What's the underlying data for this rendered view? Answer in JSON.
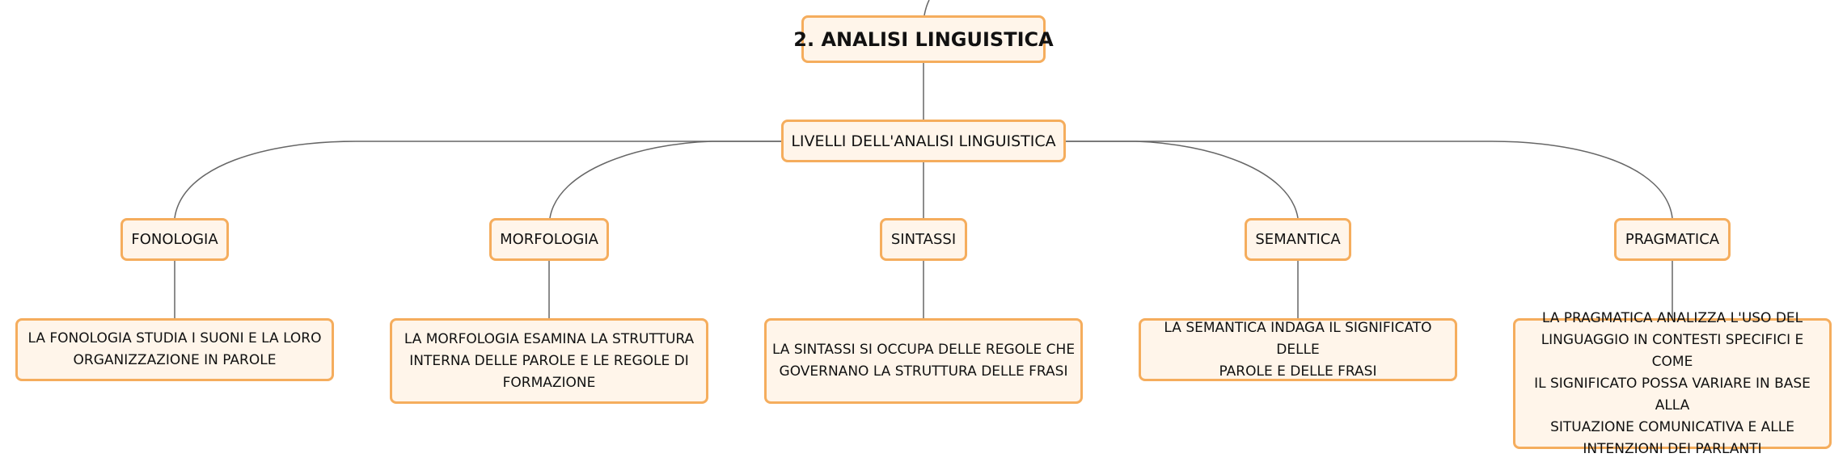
{
  "root": {
    "label": "2. ANALISI LINGUISTICA"
  },
  "main": {
    "label": "LIVELLI DELL'ANALISI LINGUISTICA"
  },
  "branches": [
    {
      "label": "FONOLOGIA",
      "description": "LA FONOLOGIA STUDIA I SUONI E LA LORO\nORGANIZZAZIONE IN PAROLE"
    },
    {
      "label": "MORFOLOGIA",
      "description": "LA MORFOLOGIA ESAMINA LA STRUTTURA\nINTERNA DELLE PAROLE E LE REGOLE DI\nFORMAZIONE"
    },
    {
      "label": "SINTASSI",
      "description": "LA SINTASSI SI OCCUPA DELLE REGOLE CHE\nGOVERNANO LA STRUTTURA DELLE FRASI"
    },
    {
      "label": "SEMANTICA",
      "description": "LA SEMANTICA INDAGA IL SIGNIFICATO DELLE\nPAROLE E DELLE FRASI"
    },
    {
      "label": "PRAGMATICA",
      "description": "LA PRAGMATICA ANALIZZA L'USO DEL\nLINGUAGGIO IN CONTESTI SPECIFICI E COME\nIL SIGNIFICATO POSSA VARIARE IN BASE ALLA\nSITUAZIONE COMUNICATIVA E ALLE\nINTENZIONI DEI PARLANTI"
    }
  ],
  "colors": {
    "node_border": "#f5ad5d",
    "node_fill": "#fff5ea",
    "connector": "#666666",
    "text": "#111111"
  }
}
